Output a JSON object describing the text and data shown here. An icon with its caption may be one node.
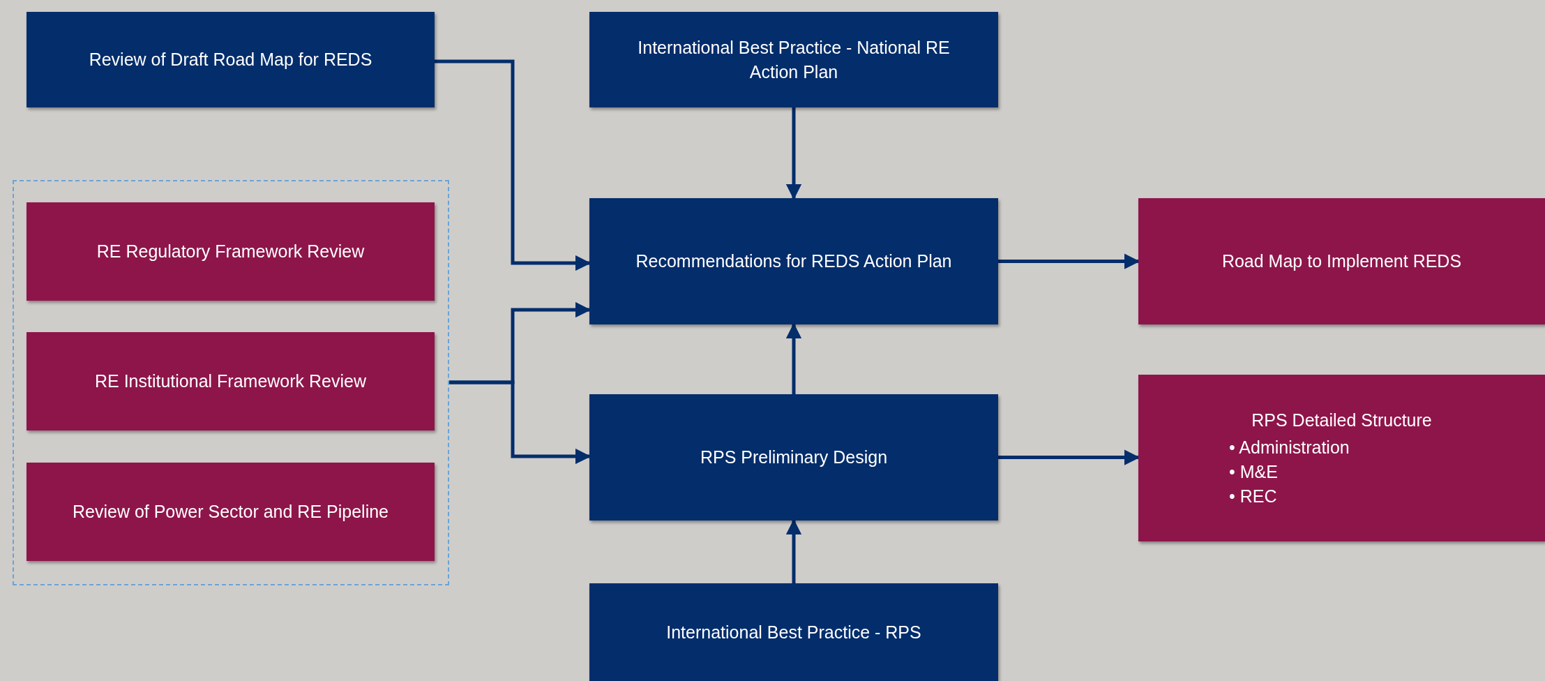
{
  "diagram": {
    "nodes": [
      {
        "text": [
          "Review of Draft Road Map for REDS"
        ]
      },
      {
        "text": [
          "International Best Practice - National RE Action Plan"
        ]
      },
      {
        "text": [],
        "shape": "box"
      },
      {
        "text": [
          "RE Regulatory Framework Review"
        ],
        "in": 2
      },
      {
        "text": [
          "RE Institutional Framework Review"
        ],
        "in": 2
      },
      {
        "text": [
          "Review of Power Sector and RE Pipeline"
        ],
        "in": 2
      },
      {
        "text": [
          "Recommendations for REDS Action Plan"
        ]
      },
      {
        "text": [
          "Road Map to Implement REDS"
        ]
      },
      {
        "text": [
          "RPS Preliminary Design"
        ]
      },
      {
        "text": [
          "RPS Detailed Structure",
          "• Administration",
          "• M&E",
          "• REC"
        ]
      },
      {
        "text": [
          "International Best Practice - RPS"
        ]
      }
    ],
    "edges": [
      {
        "from": 0,
        "to": 6,
        "arrow": "to"
      },
      {
        "from": 1,
        "to": 6,
        "arrow": "to"
      },
      {
        "from": 2,
        "to": 6,
        "arrow": "to"
      },
      {
        "from": 2,
        "to": 8,
        "arrow": "to"
      },
      {
        "from": 8,
        "to": 6,
        "arrow": "to"
      },
      {
        "from": 10,
        "to": 8,
        "arrow": "to"
      },
      {
        "from": 6,
        "to": 7,
        "arrow": "to"
      },
      {
        "from": 8,
        "to": 9,
        "arrow": "to"
      }
    ]
  }
}
